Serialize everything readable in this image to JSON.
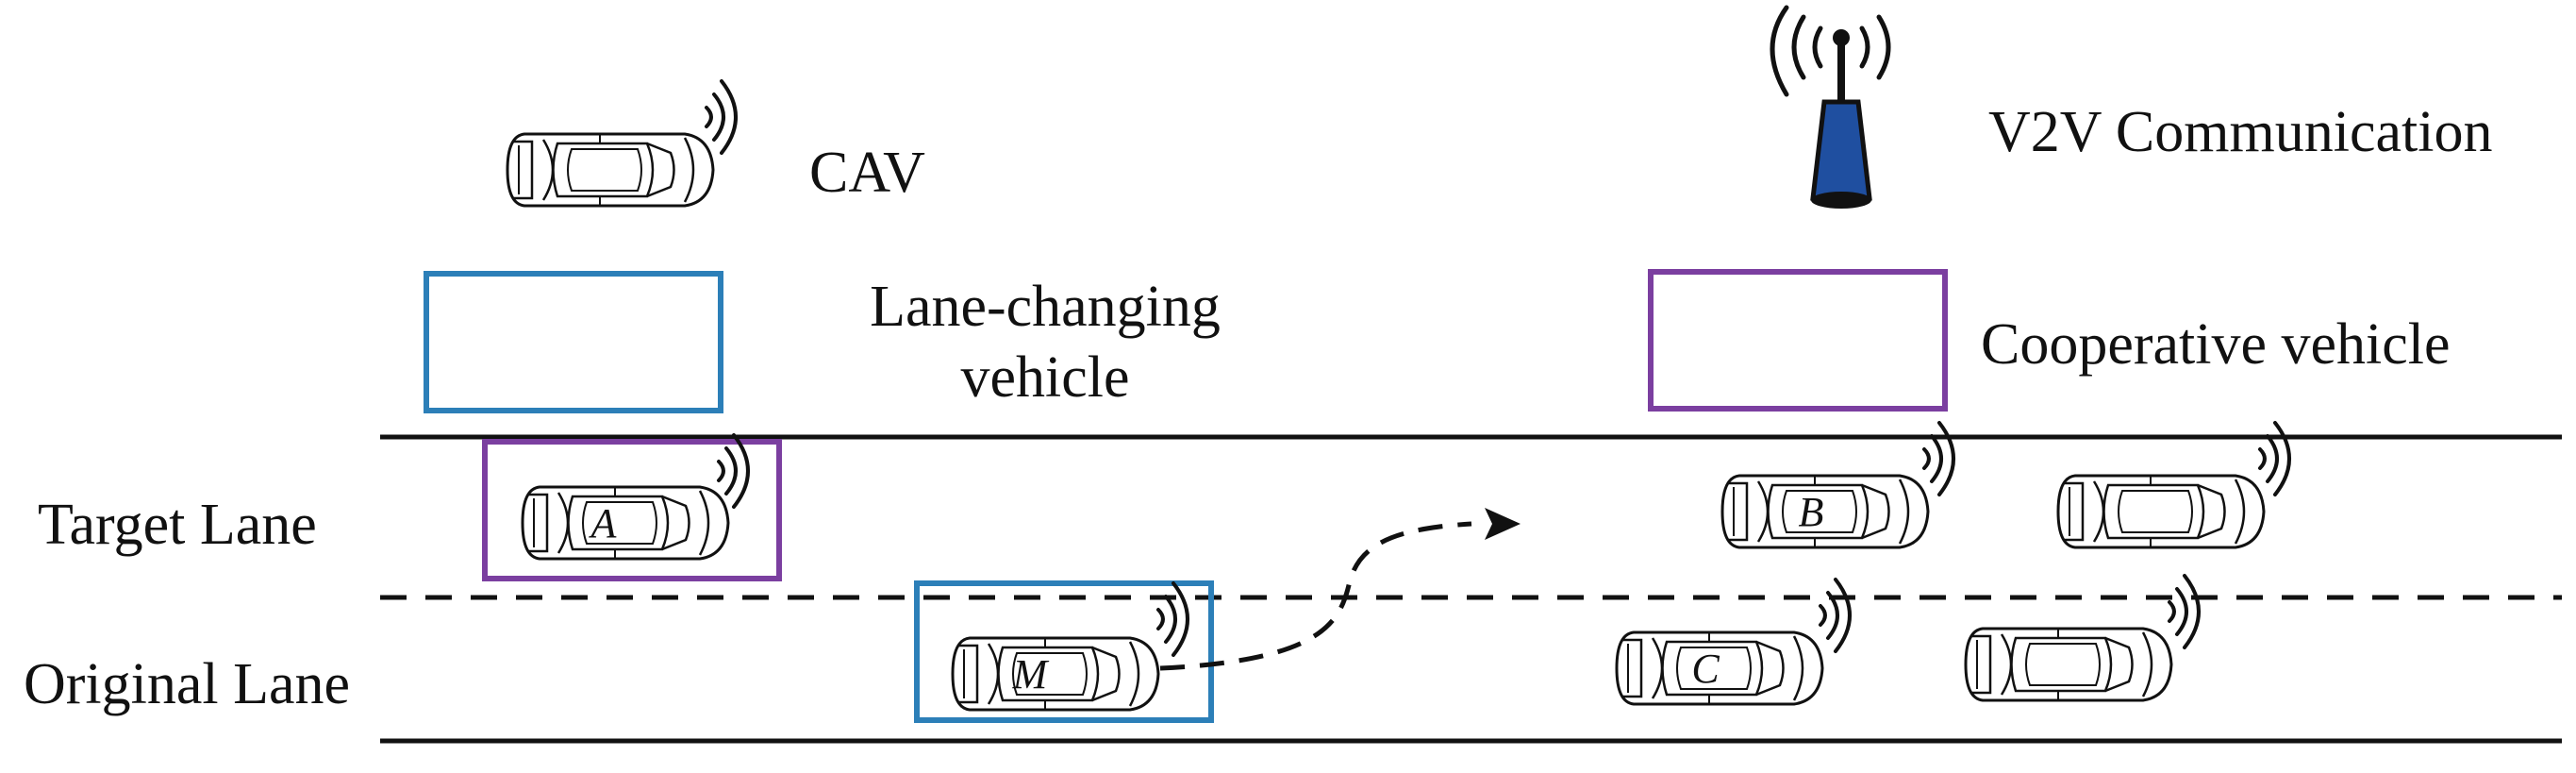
{
  "legend": {
    "cav_label": "CAV",
    "v2v_label": "V2V Communication",
    "lane_changing_line1": "Lane-changing",
    "lane_changing_line2": "vehicle",
    "cooperative_label": "Cooperative vehicle"
  },
  "lanes": {
    "target": "Target Lane",
    "original": "Original Lane"
  },
  "vehicles": {
    "A": "A",
    "B": "B",
    "C": "C",
    "M": "M"
  },
  "colors": {
    "lane_changing_box": "#2c7fb8",
    "cooperative_box": "#7b3fa0",
    "antenna_body": "#1f4fa0",
    "line": "#111111"
  }
}
